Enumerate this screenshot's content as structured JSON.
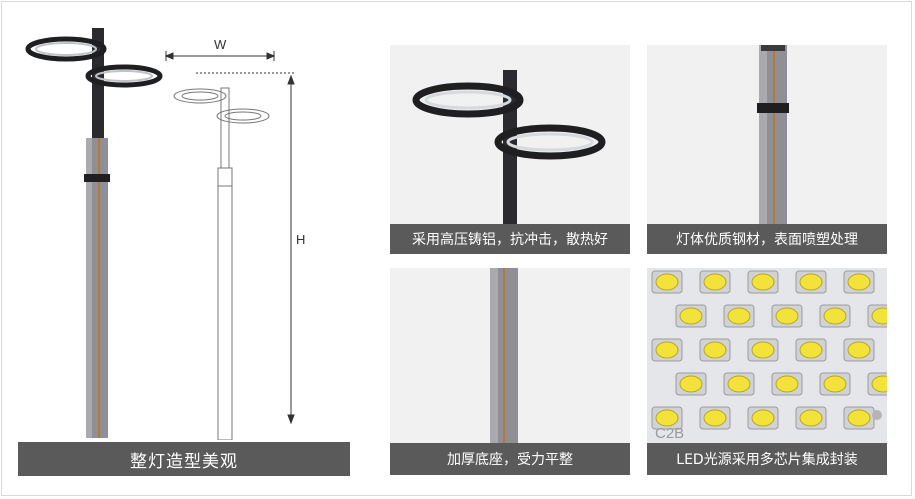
{
  "dimensions": {
    "width_label": "W",
    "height_label": "H"
  },
  "captions": {
    "main": "整灯造型美观",
    "panel_1": "采用高压铸铝，抗冲击，散热好",
    "panel_2": "灯体优质钢材，表面喷塑处理",
    "panel_3": "加厚底座，受力平整",
    "panel_4": "LED光源采用多芯片集成封装"
  },
  "chip_marking": "C2B",
  "colors": {
    "caption_bg": "#5a5a5a",
    "caption_text": "#ffffff",
    "pole_grey": "#8f8f95",
    "pole_dark": "#2b2b2f",
    "led_yellow": "#f2e23a"
  }
}
